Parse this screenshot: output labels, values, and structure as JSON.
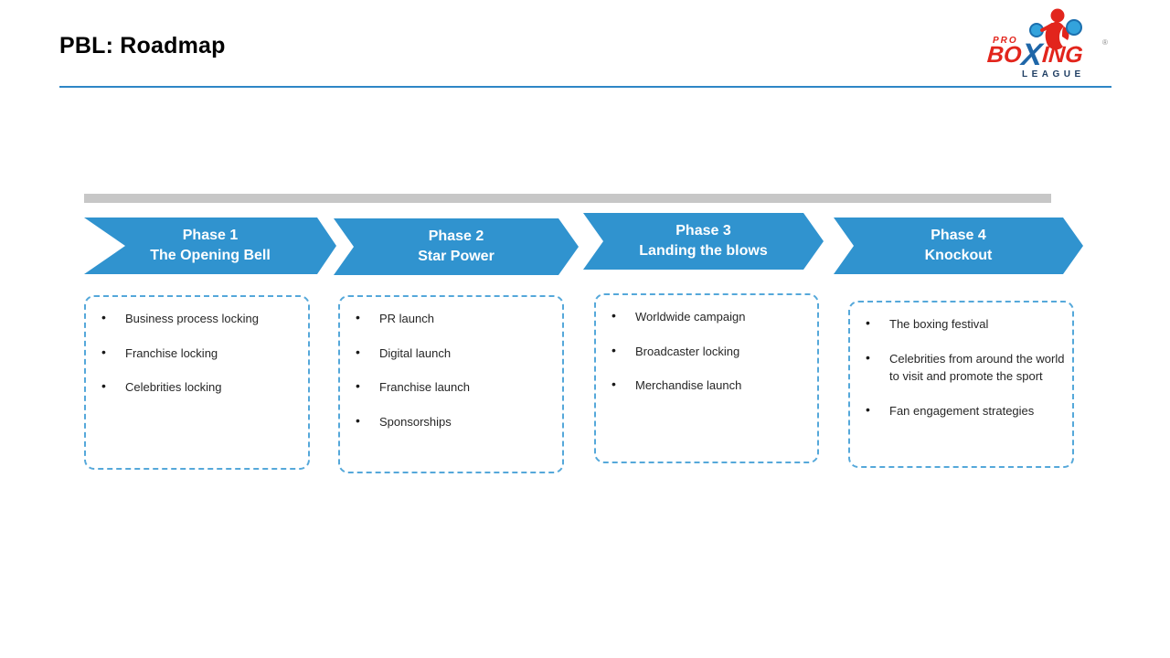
{
  "slide": {
    "title": "PBL: Roadmap"
  },
  "logo": {
    "pro": "PRO",
    "boxing_start": "BO",
    "boxing_x": "X",
    "boxing_end": "ING",
    "registered": "®",
    "league": "LEAGUE"
  },
  "phases": [
    {
      "name": "Phase 1",
      "subtitle": "The Opening Bell",
      "items": [
        "Business process locking",
        "Franchise locking",
        "Celebrities locking"
      ]
    },
    {
      "name": "Phase 2",
      "subtitle": "Star Power",
      "items": [
        "PR launch",
        "Digital launch",
        "Franchise launch",
        "Sponsorships"
      ]
    },
    {
      "name": "Phase 3",
      "subtitle": "Landing the blows",
      "items": [
        "Worldwide campaign",
        "Broadcaster locking",
        "Merchandise launch"
      ]
    },
    {
      "name": "Phase 4",
      "subtitle": "Knockout",
      "items": [
        "The boxing festival",
        "Celebrities from around the world to visit and promote the sport",
        "Fan engagement strategies"
      ]
    }
  ],
  "colors": {
    "arrow_blue": "#3093cf",
    "underline_blue": "#2e86c6",
    "gray_bar": "#c7c7c7",
    "box_border": "#55a8da",
    "title_color": "#000000",
    "body_text": "#262626",
    "logo_red": "#e2251c",
    "logo_navy": "#1f3e63",
    "glove_blue": "#33a3dc"
  }
}
